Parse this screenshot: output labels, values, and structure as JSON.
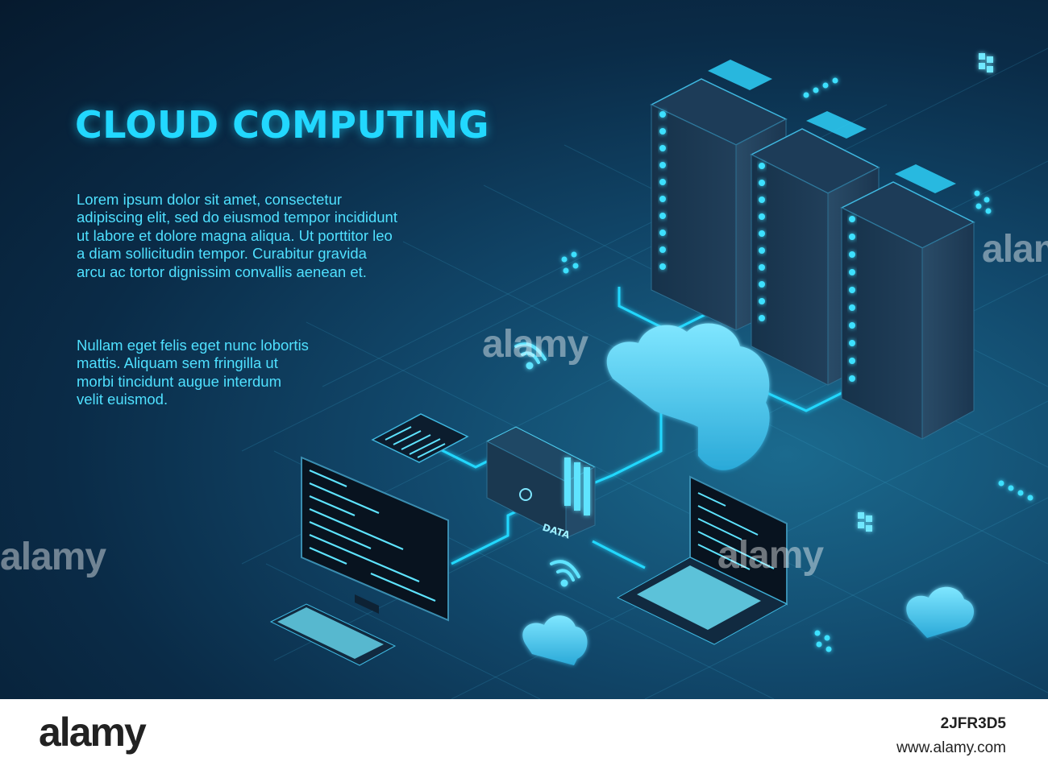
{
  "headline": "CLOUD COMPUTING",
  "paragraph_1": "Lorem ipsum dolor sit amet, consectetur adipiscing elit, sed do eiusmod tempor incididunt ut labore et dolore magna aliqua. Ut porttitor leo a diam sollicitudin tempor. Curabitur gravida arcu ac tortor dignissim convallis aenean et.",
  "paragraph_2": "Nullam eget felis eget nunc lobortis mattis. Aliquam sem fringilla ut morbi tincidunt augue interdum velit euismod.",
  "data_label": "DATA",
  "watermark": {
    "word": "alamy",
    "logo": "alamy",
    "image_id": "2JFR3D5",
    "site": "www.alamy.com"
  },
  "colors": {
    "accent": "#22d8ff",
    "background_dark": "#061a2e",
    "background_glow": "#1b6a8e",
    "cloud": "#3cc3ee",
    "footer": "#ffffff"
  },
  "icons": [
    "server-rack-icon",
    "cloud-icon",
    "data-hub-icon",
    "tablet-icon",
    "monitor-icon",
    "keyboard-icon",
    "laptop-icon",
    "wifi-icon",
    "dots-icon",
    "window-tile-icon"
  ]
}
